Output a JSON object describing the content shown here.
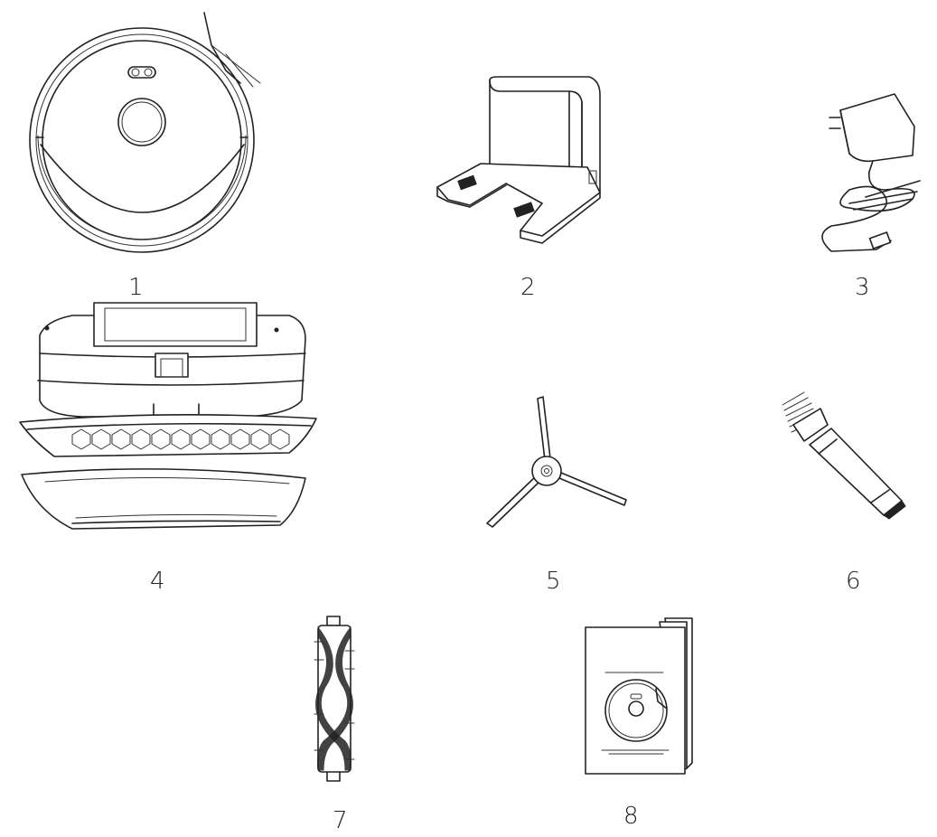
{
  "items": [
    {
      "label": "1",
      "icon": "robot-vacuum-icon"
    },
    {
      "label": "2",
      "icon": "charging-dock-icon"
    },
    {
      "label": "3",
      "icon": "power-adapter-icon"
    },
    {
      "label": "4",
      "icon": "water-tank-mop-icon"
    },
    {
      "label": "5",
      "icon": "side-brush-icon"
    },
    {
      "label": "6",
      "icon": "cleaning-brush-icon"
    },
    {
      "label": "7",
      "icon": "main-brush-icon"
    },
    {
      "label": "8",
      "icon": "user-manual-icon"
    }
  ]
}
